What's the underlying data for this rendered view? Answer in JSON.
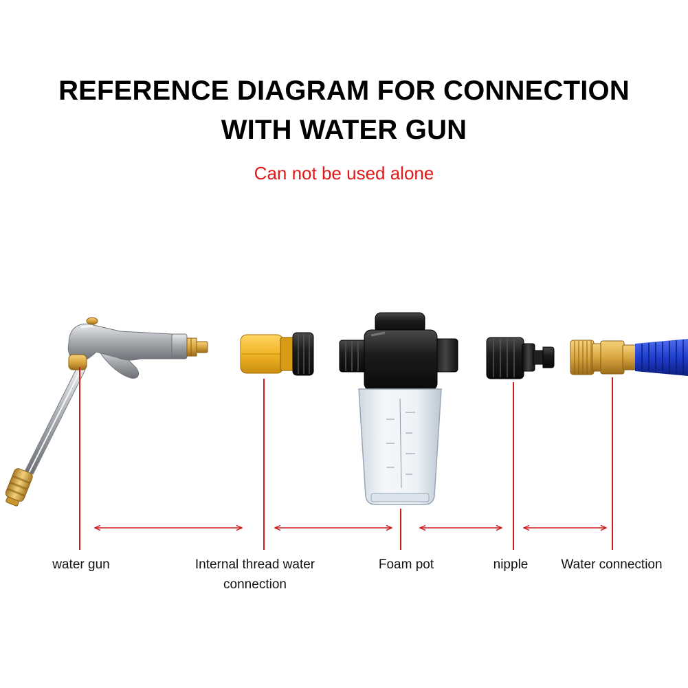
{
  "header": {
    "title_line1": "REFERENCE DIAGRAM FOR CONNECTION",
    "title_line2": "WITH WATER GUN",
    "subtitle": "Can not be used alone"
  },
  "parts": [
    {
      "label": "water gun"
    },
    {
      "label": "Internal thread water connection"
    },
    {
      "label": "Foam pot"
    },
    {
      "label": "nipple"
    },
    {
      "label": "Water connection"
    }
  ],
  "colors": {
    "title": "#000000",
    "subtitle": "#e01818",
    "guide_line": "#d01a1a",
    "brass": "#d9a640",
    "hose": "#1f3fd0",
    "connector_yellow": "#f2b526",
    "plastic_black": "#1c1c1c",
    "chrome": "#b9bcc0"
  },
  "icons": [
    "water-gun-icon",
    "internal-thread-connector-icon",
    "foam-pot-icon",
    "nipple-icon",
    "water-connection-icon"
  ]
}
